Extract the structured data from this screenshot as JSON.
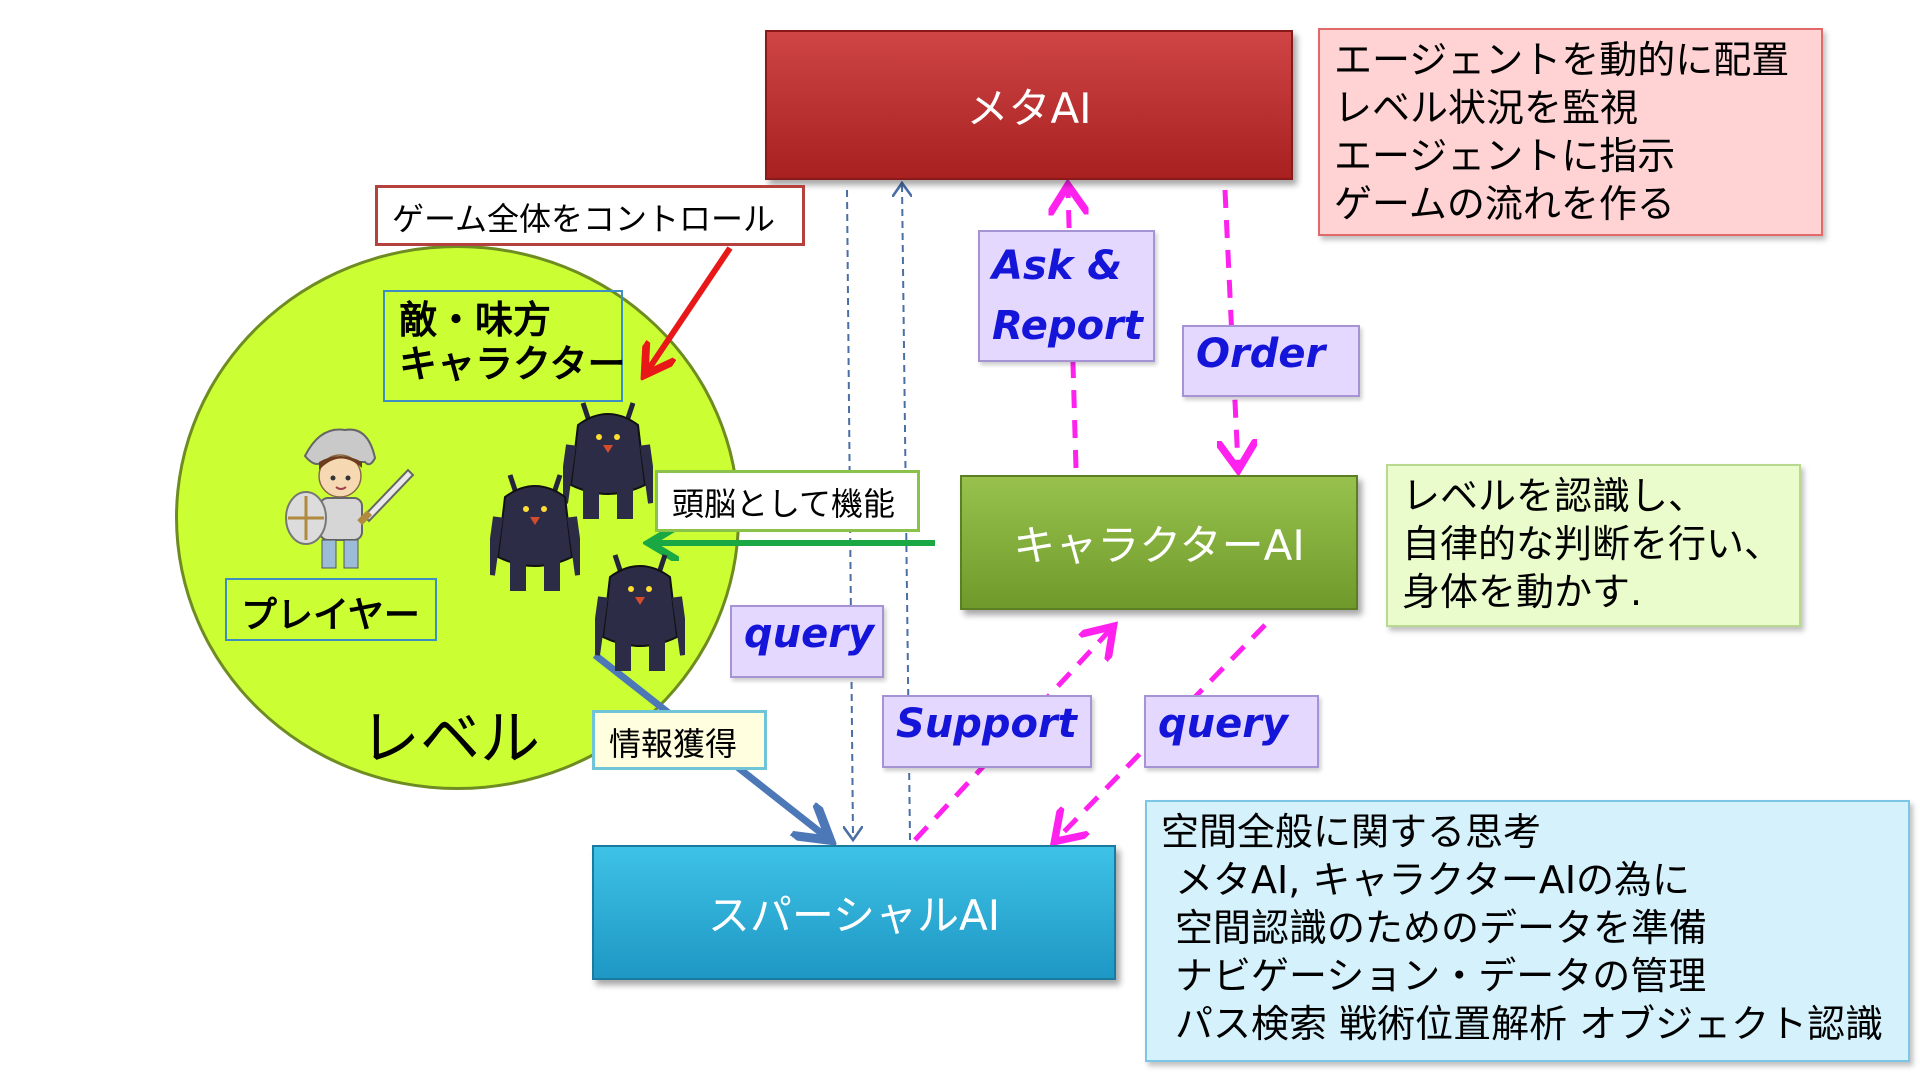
{
  "nodes": {
    "meta_ai": "メタAI",
    "character_ai": "キャラクターAI",
    "spatial_ai": "スパーシャルAI",
    "level": "レベル"
  },
  "notes": {
    "meta": [
      "エージェントを動的に配置",
      "レベル状況を監視",
      "エージェントに指示",
      "ゲームの流れを作る"
    ],
    "character": [
      "レベルを認識し、",
      "自律的な判断を行い、",
      "身体を動かす."
    ],
    "spatial": [
      "空間全般に関する思考",
      " メタAI, キャラクターAIの為に",
      " 空間認識のためのデータを準備",
      " ナビゲーション・データの管理",
      " パス検索 戦術位置解析 オブジェクト認識"
    ]
  },
  "labels": {
    "game_control": "ゲーム全体をコントロール",
    "brain_function": "頭脳として機能",
    "info_acquisition": "情報獲得",
    "enemy_ally_line1": "敵・味方",
    "enemy_ally_line2": "キャラクター",
    "player": "プレイヤー"
  },
  "flows": {
    "ask_report_line1": "Ask &",
    "ask_report_line2": "Report",
    "order": "Order",
    "query_left": "query",
    "support": "Support",
    "query_right": "query"
  },
  "colors": {
    "meta_ai": "#c0302f",
    "character_ai": "#7fa83a",
    "spatial_ai": "#28a9d6",
    "level": "#ccff33",
    "flow_text": "#1515d9",
    "flow_arrow": "#ff22ee",
    "control_arrow": "#e81818",
    "brain_arrow": "#1aa845",
    "info_arrow": "#4d78b8",
    "dashed_link": "#4a6fa5"
  }
}
